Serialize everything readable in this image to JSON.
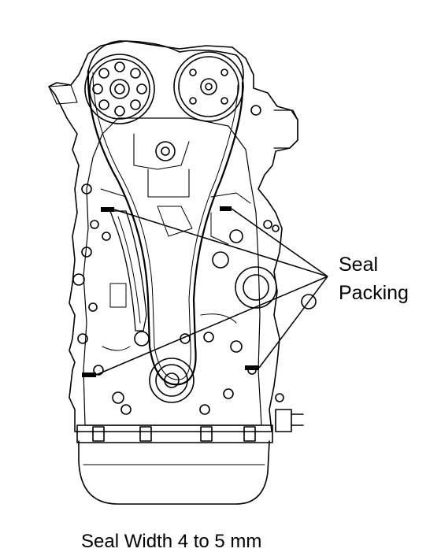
{
  "diagram": {
    "callout_label_line1": "Seal",
    "callout_label_line2": "Packing",
    "caption": "Seal Width 4 to 5 mm",
    "colors": {
      "ink": "#000000",
      "background": "#ffffff"
    }
  }
}
